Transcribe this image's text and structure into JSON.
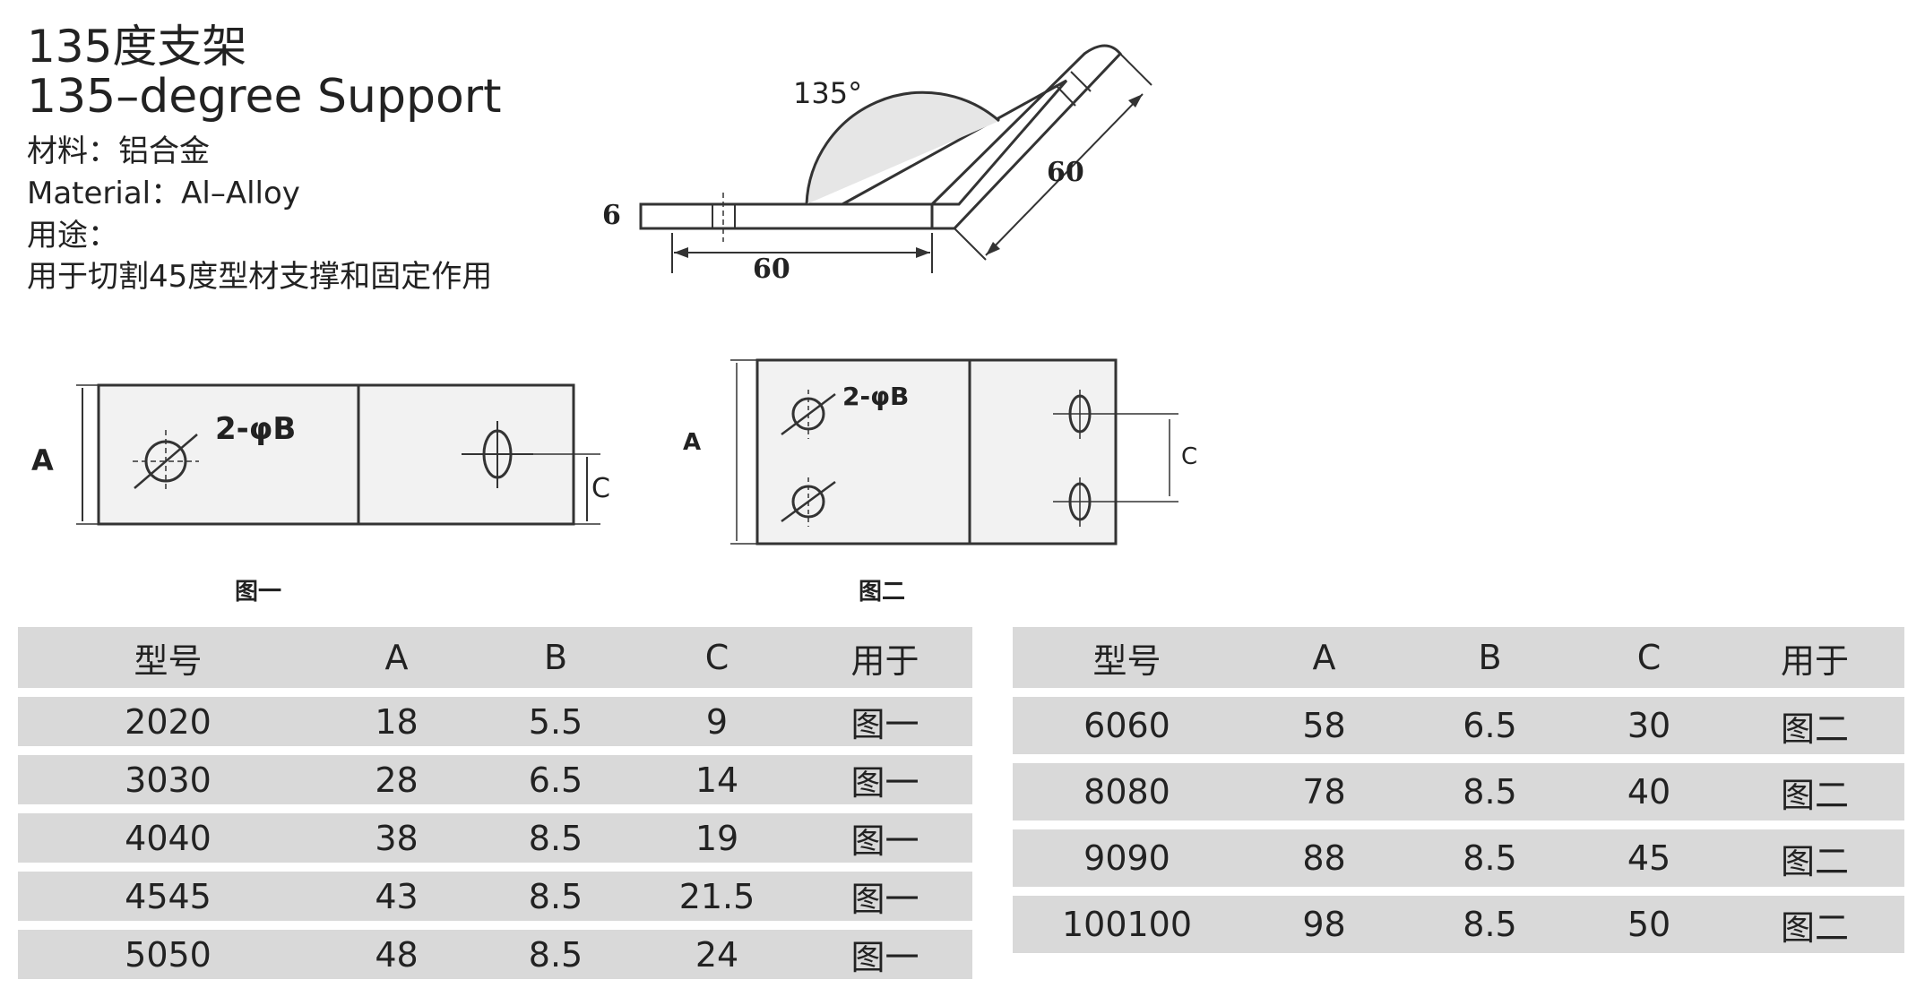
{
  "header": {
    "title_cn": "135度支架",
    "title_en": "135–degree Support",
    "material_cn": "材料：铝合金",
    "material_en": "Material：Al–Alloy",
    "usage_label": "用途：",
    "usage_text": "用于切割45度型材支撑和固定作用"
  },
  "top_diagram": {
    "angle_label": "135°",
    "thickness_label": "6",
    "length_bottom_label": "60",
    "length_slant_label": "60"
  },
  "figure1": {
    "label_a": "A",
    "label_hole": "2-φB",
    "label_c": "C",
    "caption": "图一"
  },
  "figure2": {
    "label_a": "A",
    "label_hole": "2-φB",
    "label_c": "C",
    "caption": "图二"
  },
  "table_left": {
    "headers": [
      "型号",
      "A",
      "B",
      "C",
      "用于"
    ],
    "rows": [
      [
        "2020",
        "18",
        "5.5",
        "9",
        "图一"
      ],
      [
        "3030",
        "28",
        "6.5",
        "14",
        "图一"
      ],
      [
        "4040",
        "38",
        "8.5",
        "19",
        "图一"
      ],
      [
        "4545",
        "43",
        "8.5",
        "21.5",
        "图一"
      ],
      [
        "5050",
        "48",
        "8.5",
        "24",
        "图一"
      ]
    ]
  },
  "table_right": {
    "headers": [
      "型号",
      "A",
      "B",
      "C",
      "用于"
    ],
    "rows": [
      [
        "6060",
        "58",
        "6.5",
        "30",
        "图二"
      ],
      [
        "8080",
        "78",
        "8.5",
        "40",
        "图二"
      ],
      [
        "9090",
        "88",
        "8.5",
        "45",
        "图二"
      ],
      [
        "100100",
        "98",
        "8.5",
        "50",
        "图二"
      ]
    ]
  }
}
